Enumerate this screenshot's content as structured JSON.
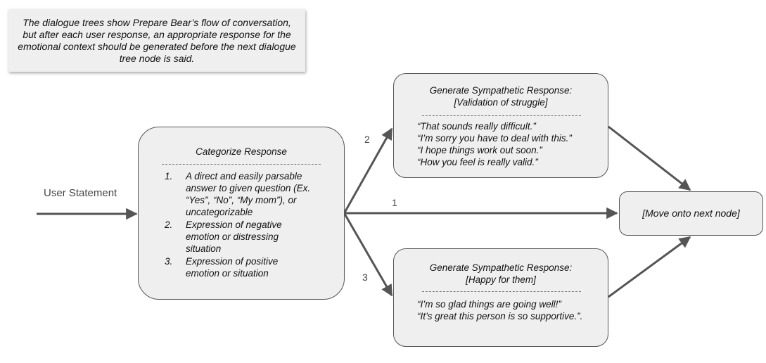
{
  "note": {
    "text": "The dialogue trees show Prepare Bear’s flow of conversation, but after each user response, an appropriate response for the emotional context should be generated before the next dialogue tree node is said."
  },
  "input_label": "User Statement",
  "categorize": {
    "title": "Categorize Response",
    "items": [
      {
        "num": "1.",
        "text": "A direct and easily parsable answer to given question (Ex. “Yes”, “No”, “My mom”), or uncategorizable"
      },
      {
        "num": "2.",
        "text": "Expression of negative emotion or distressing situation"
      },
      {
        "num": "3.",
        "text": "Expression of positive emotion or situation"
      }
    ]
  },
  "branches": {
    "top": "2",
    "middle": "1",
    "bottom": "3"
  },
  "sympathy_negative": {
    "title_line1": "Generate Sympathetic Response:",
    "title_line2": "[Validation of struggle]",
    "phrases": [
      "“That sounds really difficult.”",
      "“I’m sorry you have to deal with this.”",
      "“I hope things work out soon.”",
      "“How you feel is really valid.”"
    ]
  },
  "sympathy_positive": {
    "title_line1": "Generate Sympathetic Response:",
    "title_line2": "[Happy for them]",
    "phrases": [
      "“I’m so glad things are going well!”",
      "“It’s great this person is so supportive.”."
    ]
  },
  "next_node": "[Move onto next node]",
  "colors": {
    "box_fill": "#efefef",
    "stroke": "#555555"
  }
}
